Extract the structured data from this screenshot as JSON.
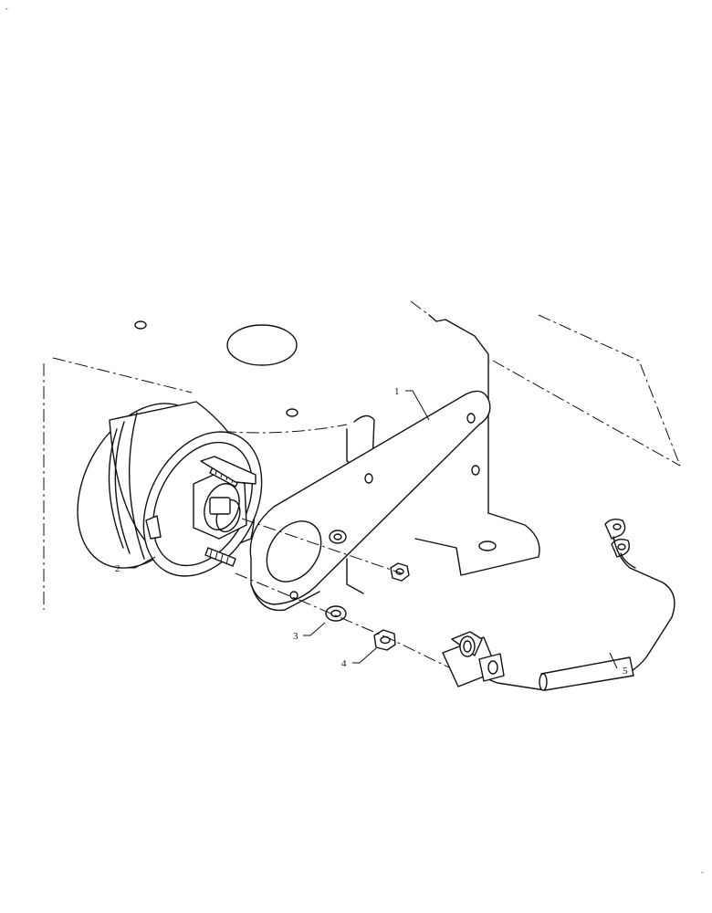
{
  "callouts": [
    {
      "id": "1",
      "text": "1"
    },
    {
      "id": "2",
      "text": "2"
    },
    {
      "id": "3",
      "text": "3"
    },
    {
      "id": "4",
      "text": "4"
    },
    {
      "id": "5",
      "text": "5"
    }
  ],
  "corner_marks": {
    "top_left": "-",
    "bottom_right": "-"
  }
}
